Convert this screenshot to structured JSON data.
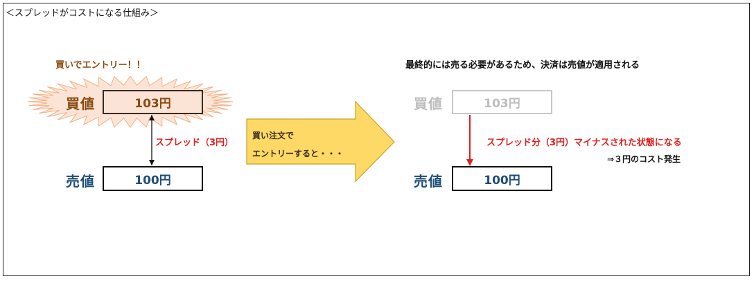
{
  "title": "＜スプレッドがコストになる仕組み＞",
  "left": {
    "note": "買いでエントリー！！",
    "buy_label": "買値",
    "buy_value": "103円",
    "sell_label": "売値",
    "sell_value": "100円",
    "spread": "スプレッド（3円）"
  },
  "middle": {
    "arrow_line1": "買い注文で",
    "arrow_line2": "エントリーすると・・・"
  },
  "right": {
    "note": "最終的には売る必要があるため、決済は売値が適用される",
    "buy_label": "買値",
    "buy_value": "103円",
    "sell_label": "売値",
    "sell_value": "100円",
    "spread": "スプレッド分（3円）マイナスされた状態になる",
    "cost": "⇒３円のコスト発生"
  },
  "colors": {
    "buy_text": "#8a4a10",
    "sell_text": "#1f4e79",
    "spread_red": "#e02020",
    "burst_fill": "#fbe4d6",
    "burst_stroke": "#f4b183",
    "arrow_fill": "#ffd965",
    "arrow_stroke": "#c9a227",
    "faded_text": "#bdbdbd"
  }
}
